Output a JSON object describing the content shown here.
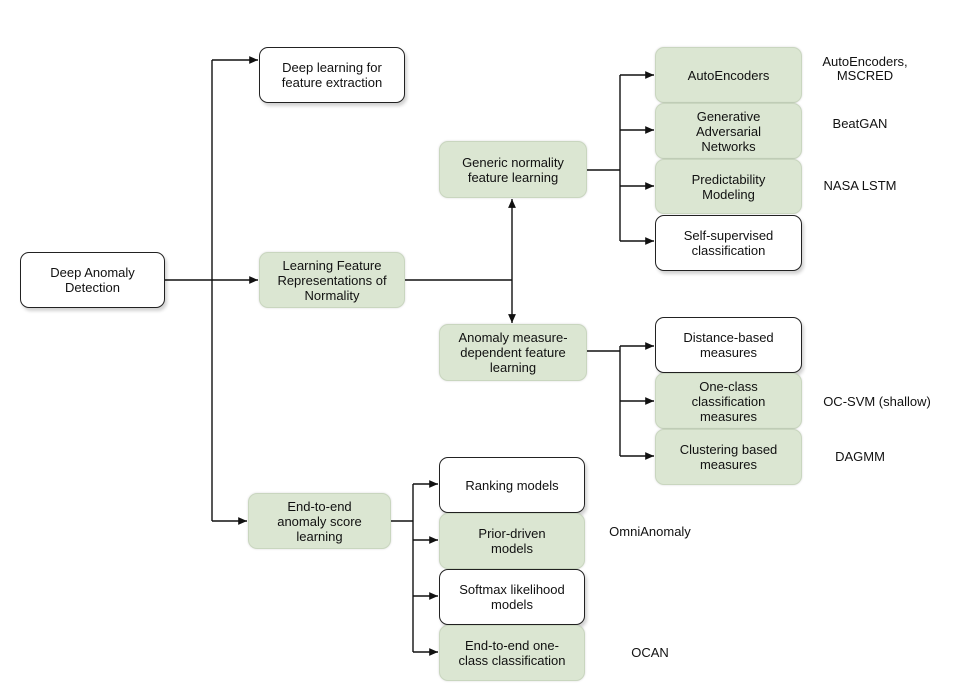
{
  "nodes": {
    "root": "Deep Anomaly\nDetection",
    "feature_extraction": "Deep learning for\nfeature extraction",
    "learning_feature": "Learning Feature\nRepresentations of\nNormality",
    "end_to_end": "End-to-end\nanomaly score\nlearning",
    "generic_normality": "Generic normality\nfeature learning",
    "anomaly_measure": "Anomaly measure-\ndependent feature\nlearning",
    "autoencoders": "AutoEncoders",
    "gan": "Generative\nAdversarial\nNetworks",
    "predictability": "Predictability\nModeling",
    "self_supervised": "Self-supervised\nclassification",
    "distance": "Distance-based\nmeasures",
    "one_class": "One-class\nclassification\nmeasures",
    "clustering": "Clustering based\nmeasures",
    "ranking": "Ranking models",
    "prior_driven": "Prior-driven\nmodels",
    "softmax": "Softmax likelihood\nmodels",
    "end_to_end_one_class": "End-to-end one-\nclass classification"
  },
  "examples": {
    "autoencoders": "AutoEncoders,\nMSCRED",
    "gan": "BeatGAN",
    "predictability": "NASA LSTM",
    "one_class": "OC-SVM (shallow)",
    "clustering": "DAGMM",
    "prior_driven": "OmniAnomaly",
    "end_to_end_one_class": "OCAN"
  },
  "colors": {
    "white_fill": "#ffffff",
    "green_fill": "#dbe6d2",
    "line": "#111111"
  }
}
